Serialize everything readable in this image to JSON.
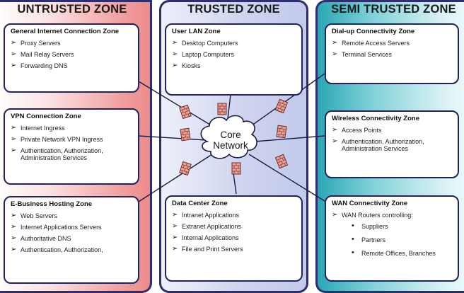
{
  "zones": {
    "untrusted": "UNTRUSTED ZONE",
    "trusted": "TRUSTED ZONE",
    "semi": "SEMI TRUSTED ZONE"
  },
  "boxes": {
    "general": {
      "title": "General Internet Connection Zone",
      "items": [
        "Proxy Servers",
        "Mail Relay Servers",
        "Forwarding DNS"
      ]
    },
    "vpn": {
      "title": "VPN Connection Zone",
      "items": [
        "Internet Ingress",
        "Private Network VPN Ingress",
        "Authentication, Authorization,\nAdministration Services"
      ]
    },
    "ebusiness": {
      "title": "E-Business Hosting Zone",
      "items": [
        "Web Servers",
        "Internet Applications Servers",
        "Authoritative DNS",
        "Authentication, Authorization,"
      ]
    },
    "userlan": {
      "title": "User LAN Zone",
      "items": [
        "Desktop Computers",
        "Laptop Computers",
        "Kiosks"
      ]
    },
    "datacenter": {
      "title": "Data Center Zone",
      "items": [
        "Intranet Applications",
        "Extranet Applications",
        "Internal Applications",
        "File and Print Servers"
      ]
    },
    "dialup": {
      "title": "Dial-up Connectivity  Zone",
      "items": [
        "Remote Access Servers",
        "Terminal Services"
      ]
    },
    "wireless": {
      "title": "Wireless Connectivity Zone",
      "items": [
        "Access Points",
        "Authentication, Authorization,\nAdministration Services"
      ]
    },
    "wan": {
      "title": "WAN Connectivity Zone",
      "items": [
        "WAN Routers controlling:"
      ],
      "subitems": [
        "Suppliers",
        "Partners",
        "Remote Offices, Branches"
      ]
    }
  },
  "core": {
    "line1": "Core",
    "line2": "Network"
  },
  "icons": {
    "arrow": "chevron-arrow-icon",
    "firewall": "firewall-icon",
    "bullet": "bullet-icon"
  }
}
